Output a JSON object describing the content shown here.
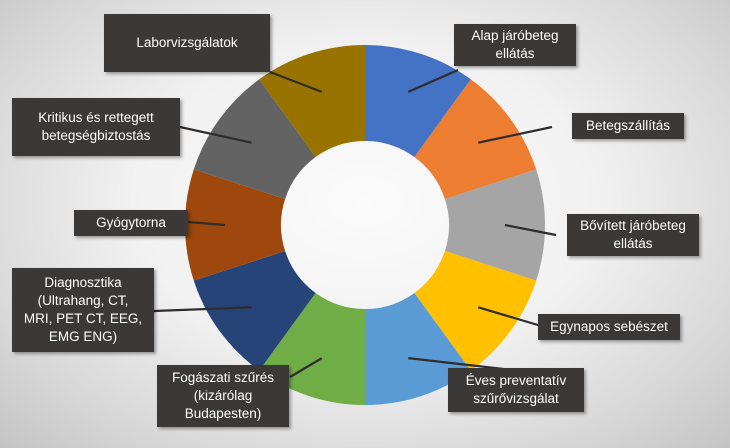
{
  "chart_data": {
    "type": "pie",
    "variant": "doughnut",
    "title": "",
    "categories": [
      "Alap járóbeteg ellátás",
      "Betegszállítás",
      "Bővített járóbeteg ellátás",
      "Egynapos sebészet",
      "Éves preventatív szűrővizsgálat",
      "Fogászati szűrés (kizárólag Budapesten)",
      "Diagnosztika (Ultrahang, CT, MRI, PET CT, EEG, EMG ENG)",
      "Gyógytorna",
      "Kritikus és rettegett betegségbiztostás",
      "Laborvizsgálatok"
    ],
    "labels": [
      "Alap járóbeteg\nellátás",
      "Betegszállítás",
      "Bővített járóbeteg\nellátás",
      "Egynapos sebészet",
      "Éves preventatív\nszűrővizsgálat",
      "Fogászati szűrés\n(kizárólag\nBudapesten)",
      "Diagnosztika\n(Ultrahang, CT,\nMRI, PET CT, EEG,\nEMG ENG)",
      "Gyógytorna",
      "Kritikus és rettegett\nbetegségbiztostás",
      "Laborvizsgálatok"
    ],
    "values": [
      10,
      10,
      10,
      10,
      10,
      10,
      10,
      10,
      10,
      10
    ],
    "colors": [
      "#4472c4",
      "#ed7d31",
      "#a5a5a5",
      "#ffc000",
      "#5b9bd5",
      "#70ad47",
      "#264478",
      "#9e480e",
      "#636363",
      "#997300"
    ],
    "legend": "none",
    "data_label_style": "callout"
  }
}
